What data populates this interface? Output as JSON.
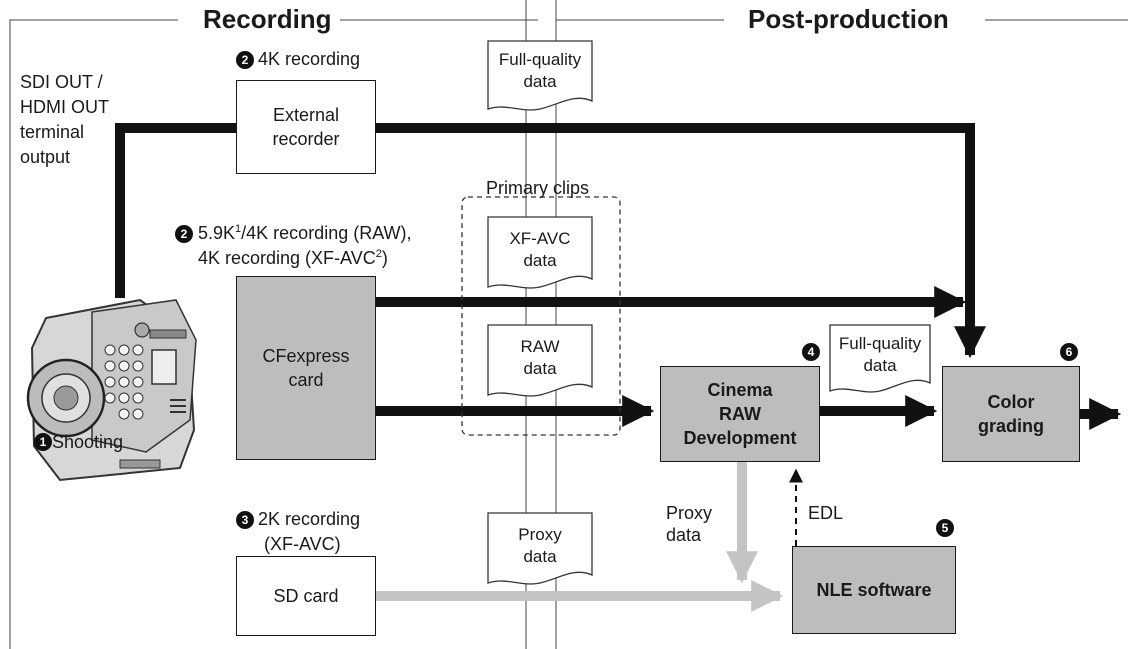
{
  "headers": {
    "recording": "Recording",
    "post_production": "Post-production"
  },
  "labels": {
    "sdi_out": [
      "SDI OUT /",
      "HDMI OUT",
      "terminal",
      "output"
    ],
    "step2_4k": "4K recording",
    "step2_raw_line1_a": "5.9K",
    "step2_raw_line1_sup": "1",
    "step2_raw_line1_b": "/4K recording (RAW),",
    "step2_raw_line2_a": "4K recording (XF-AVC",
    "step2_raw_line2_sup": "2",
    "step2_raw_line2_b": ")",
    "step1_shooting": "Shooting",
    "step3_2k_line1": "2K recording",
    "step3_2k_line2": "(XF-AVC)",
    "primary_clips": "Primary clips",
    "proxy_data_label": "Proxy\ndata",
    "edl": "EDL"
  },
  "step_numbers": {
    "one": "1",
    "two": "2",
    "three": "3",
    "four": "4",
    "five": "5",
    "six": "6"
  },
  "boxes": {
    "external_recorder": "External\nrecorder",
    "cfexpress": "CFexpress\ncard",
    "sd_card": "SD card",
    "cinema_raw": "Cinema\nRAW\nDevelopment",
    "color_grading": "Color\ngrading",
    "nle": "NLE software"
  },
  "documents": {
    "full_quality_top": "Full-quality\ndata",
    "xf_avc": "XF-AVC\ndata",
    "raw": "RAW\ndata",
    "proxy": "Proxy\ndata",
    "full_quality_post": "Full-quality\ndata"
  },
  "colors": {
    "line_dark": "#111111",
    "line_gray": "#c4c4c4",
    "box_gray": "#bdbdbd"
  }
}
